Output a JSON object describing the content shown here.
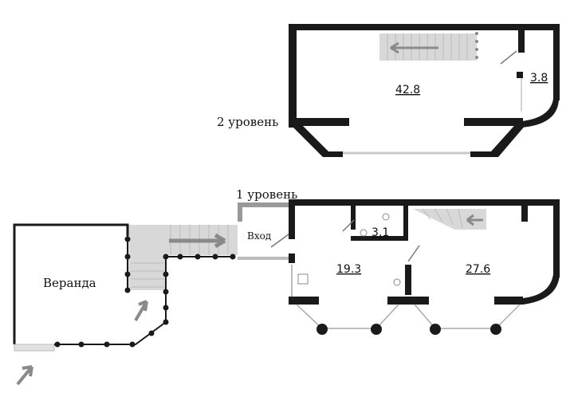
{
  "levels": {
    "level2": "2 уровень",
    "level1": "1 уровень"
  },
  "rooms": {
    "upper_main": "42.8",
    "upper_small": "3.8",
    "bathroom": "3.1",
    "left_room": "19.3",
    "right_room": "27.6"
  },
  "labels": {
    "entrance": "Вход",
    "veranda": "Веранда"
  },
  "colors": {
    "wall": "#1a1a1a",
    "stair": "#d4d4d4",
    "arrow": "#8a8a8a",
    "glass": "#c8c8c8"
  }
}
